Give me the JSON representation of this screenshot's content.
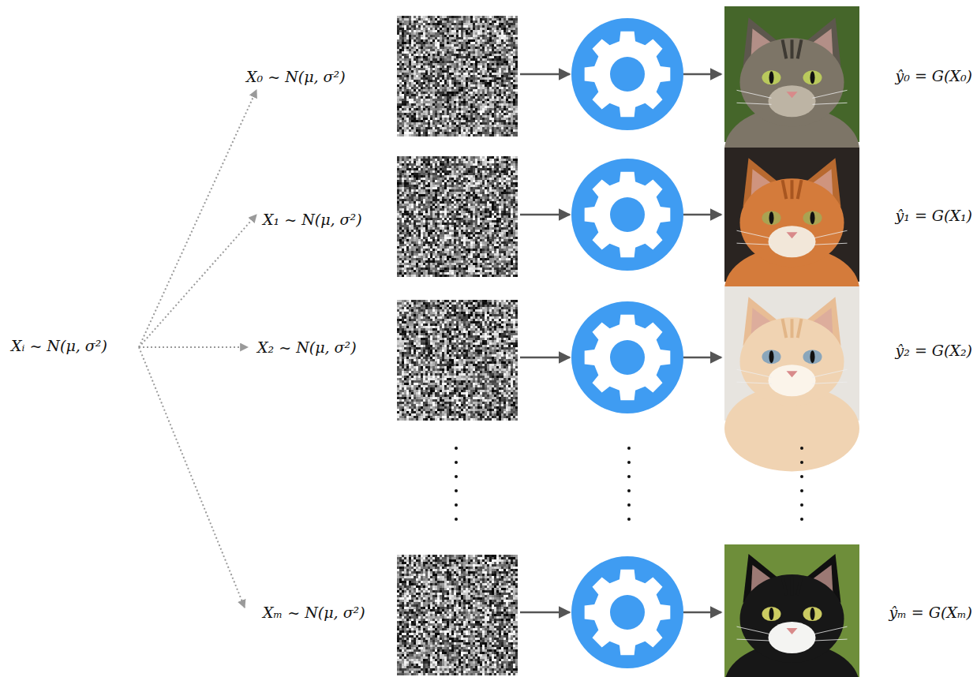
{
  "diagram": {
    "labels": [
      "Xᵢ ~ N(μ, σ²)",
      "X₀ ~ N(μ, σ²)",
      "ŷ₀ = G(X₀)",
      "X₁ ~ N(μ, σ²)",
      "ŷ₁ = G(X₁)",
      "X₂ ~ N(μ, σ²)",
      "ŷ₂ = G(X₂)",
      "Xₘ ~ N(μ, σ²)",
      "ŷₘ = G(Xₘ)"
    ]
  }
}
